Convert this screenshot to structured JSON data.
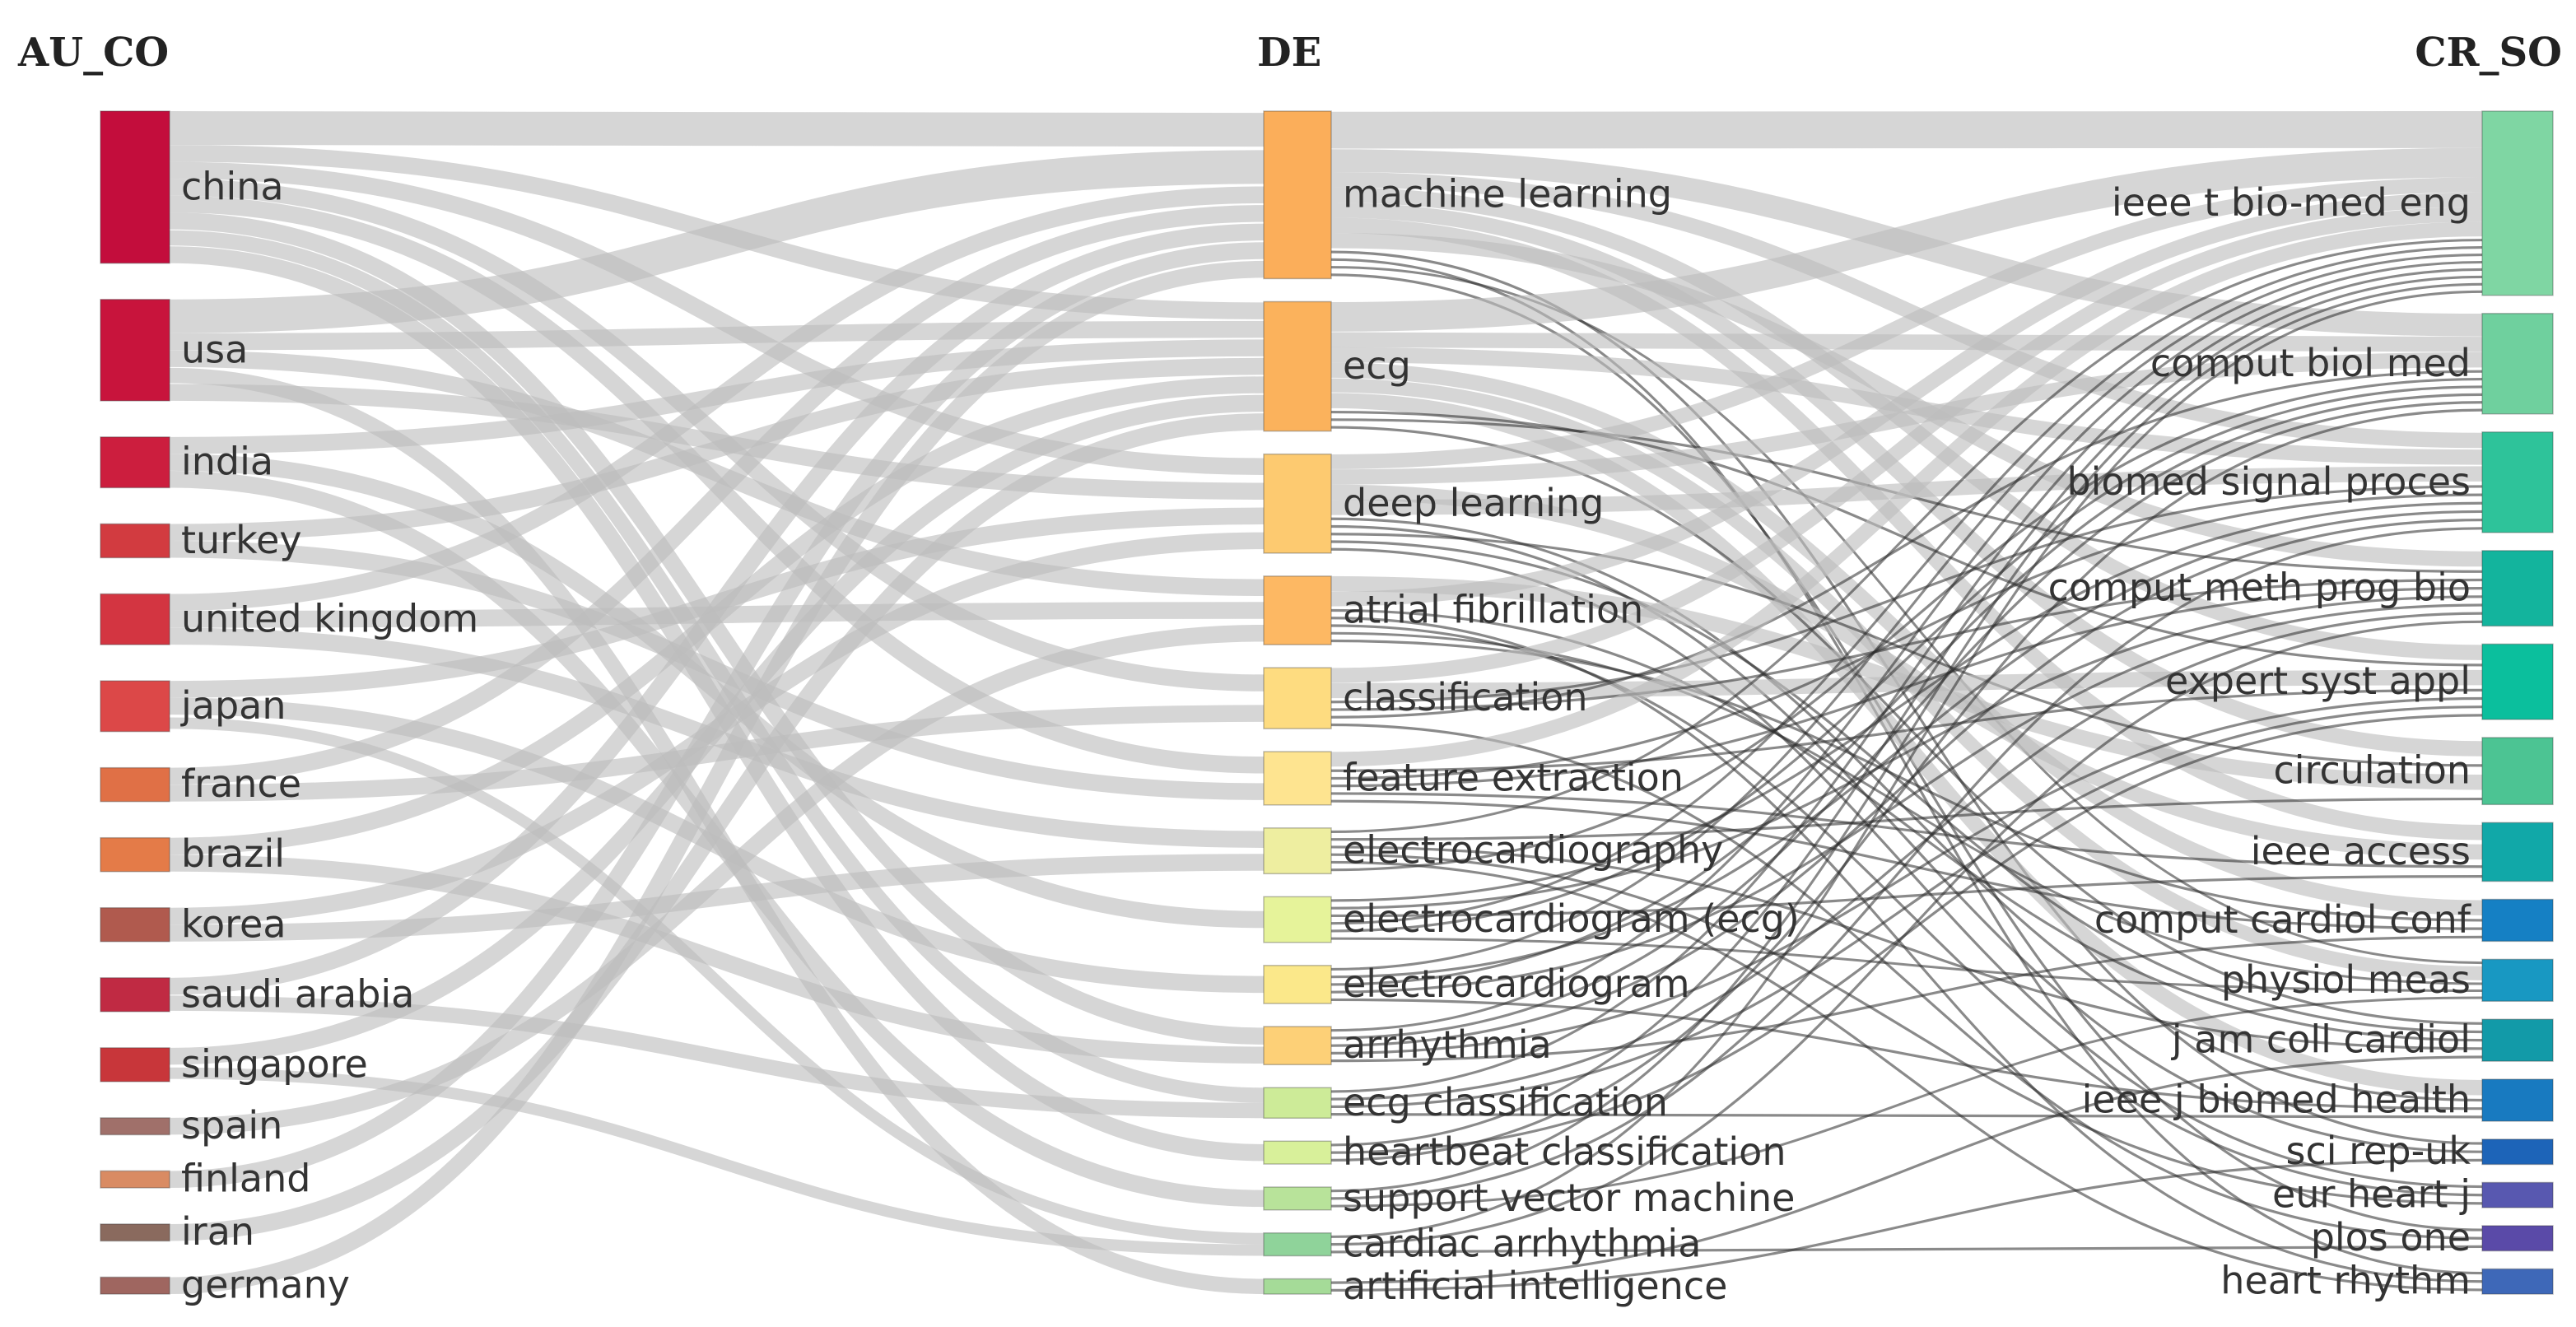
{
  "chart_data": {
    "type": "sankey",
    "columns": [
      {
        "key": "au_co",
        "title": "AU_CO",
        "nodes": [
          {
            "label": "china",
            "value": 9,
            "color": "#c30d3c"
          },
          {
            "label": "usa",
            "value": 6,
            "color": "#c8143c"
          },
          {
            "label": "india",
            "value": 3,
            "color": "#cc1e3e"
          },
          {
            "label": "turkey",
            "value": 2,
            "color": "#d23b40"
          },
          {
            "label": "united kingdom",
            "value": 3,
            "color": "#d33541"
          },
          {
            "label": "japan",
            "value": 3,
            "color": "#dc4848"
          },
          {
            "label": "france",
            "value": 2,
            "color": "#e07046"
          },
          {
            "label": "brazil",
            "value": 2,
            "color": "#e47b48"
          },
          {
            "label": "korea",
            "value": 2,
            "color": "#b05a4e"
          },
          {
            "label": "saudi arabia",
            "value": 2,
            "color": "#c02a43"
          },
          {
            "label": "singapore",
            "value": 2,
            "color": "#c8363a"
          },
          {
            "label": "spain",
            "value": 1,
            "color": "#a0706a"
          },
          {
            "label": "finland",
            "value": 1,
            "color": "#d98b63"
          },
          {
            "label": "iran",
            "value": 1,
            "color": "#8a6a5e"
          },
          {
            "label": "germany",
            "value": 1,
            "color": "#9f6660"
          }
        ]
      },
      {
        "key": "de",
        "title": "DE",
        "nodes": [
          {
            "label": "machine learning",
            "value": 22,
            "color": "#fbae5a"
          },
          {
            "label": "ecg",
            "value": 17,
            "color": "#fbb25c"
          },
          {
            "label": "deep learning",
            "value": 13,
            "color": "#fdca70"
          },
          {
            "label": "atrial fibrillation",
            "value": 9,
            "color": "#fdb863"
          },
          {
            "label": "classification",
            "value": 8,
            "color": "#fedc80"
          },
          {
            "label": "feature extraction",
            "value": 7,
            "color": "#fee490"
          },
          {
            "label": "electrocardiography",
            "value": 6,
            "color": "#eeeea0"
          },
          {
            "label": "electrocardiogram (ecg)",
            "value": 6,
            "color": "#e6f39a"
          },
          {
            "label": "electrocardiogram",
            "value": 5,
            "color": "#fbe88a"
          },
          {
            "label": "arrhythmia",
            "value": 5,
            "color": "#fdd077"
          },
          {
            "label": "ecg classification",
            "value": 4,
            "color": "#cdeb98"
          },
          {
            "label": "heartbeat classification",
            "value": 3,
            "color": "#d8f09a"
          },
          {
            "label": "support vector machine",
            "value": 3,
            "color": "#b8e39a"
          },
          {
            "label": "cardiac arrhythmia",
            "value": 3,
            "color": "#8fd39a"
          },
          {
            "label": "artificial intelligence",
            "value": 2,
            "color": "#a5db98"
          }
        ]
      },
      {
        "key": "cr_so",
        "title": "CR_SO",
        "nodes": [
          {
            "label": "ieee t bio-med eng",
            "value": 22,
            "color": "#7fd6a3"
          },
          {
            "label": "comput biol med",
            "value": 12,
            "color": "#6fd09e"
          },
          {
            "label": "biomed signal proces",
            "value": 12,
            "color": "#2ec39a"
          },
          {
            "label": "comput meth prog bio",
            "value": 9,
            "color": "#13b49d"
          },
          {
            "label": "expert syst appl",
            "value": 9,
            "color": "#0bbf9d"
          },
          {
            "label": "circulation",
            "value": 8,
            "color": "#4cc493"
          },
          {
            "label": "ieee access",
            "value": 7,
            "color": "#11a8a8"
          },
          {
            "label": "comput cardiol conf",
            "value": 5,
            "color": "#1580c4"
          },
          {
            "label": "physiol meas",
            "value": 5,
            "color": "#1898c2"
          },
          {
            "label": "j am coll cardiol",
            "value": 5,
            "color": "#129aa8"
          },
          {
            "label": "ieee j biomed health",
            "value": 5,
            "color": "#187ac0"
          },
          {
            "label": "sci rep-uk",
            "value": 3,
            "color": "#1d64b8"
          },
          {
            "label": "eur heart j",
            "value": 3,
            "color": "#5858b0"
          },
          {
            "label": "plos one",
            "value": 3,
            "color": "#5a4aa8"
          },
          {
            "label": "heart rhythm",
            "value": 3,
            "color": "#3e68b8"
          }
        ]
      }
    ],
    "links": [
      {
        "from": "china",
        "to": "machine learning",
        "value": 2
      },
      {
        "from": "china",
        "to": "ecg",
        "value": 1
      },
      {
        "from": "china",
        "to": "deep learning",
        "value": 1
      },
      {
        "from": "china",
        "to": "classification",
        "value": 1
      },
      {
        "from": "china",
        "to": "feature extraction",
        "value": 1
      },
      {
        "from": "china",
        "to": "arrhythmia",
        "value": 1
      },
      {
        "from": "china",
        "to": "ecg classification",
        "value": 1
      },
      {
        "from": "china",
        "to": "heartbeat classification",
        "value": 1
      },
      {
        "from": "usa",
        "to": "machine learning",
        "value": 2
      },
      {
        "from": "usa",
        "to": "ecg",
        "value": 1
      },
      {
        "from": "usa",
        "to": "atrial fibrillation",
        "value": 1
      },
      {
        "from": "usa",
        "to": "artificial intelligence",
        "value": 1
      },
      {
        "from": "usa",
        "to": "deep learning",
        "value": 1
      },
      {
        "from": "india",
        "to": "ecg",
        "value": 1
      },
      {
        "from": "india",
        "to": "electrocardiogram (ecg)",
        "value": 1
      },
      {
        "from": "india",
        "to": "support vector machine",
        "value": 1
      },
      {
        "from": "turkey",
        "to": "ecg",
        "value": 1
      },
      {
        "from": "turkey",
        "to": "feature extraction",
        "value": 1
      },
      {
        "from": "united kingdom",
        "to": "machine learning",
        "value": 1
      },
      {
        "from": "united kingdom",
        "to": "atrial fibrillation",
        "value": 1
      },
      {
        "from": "united kingdom",
        "to": "electrocardiography",
        "value": 1
      },
      {
        "from": "japan",
        "to": "deep learning",
        "value": 1
      },
      {
        "from": "japan",
        "to": "electrocardiogram",
        "value": 1
      },
      {
        "from": "japan",
        "to": "cardiac arrhythmia",
        "value": 1
      },
      {
        "from": "france",
        "to": "machine learning",
        "value": 1
      },
      {
        "from": "france",
        "to": "classification",
        "value": 1
      },
      {
        "from": "brazil",
        "to": "ecg",
        "value": 1
      },
      {
        "from": "brazil",
        "to": "arrhythmia",
        "value": 1
      },
      {
        "from": "korea",
        "to": "deep learning",
        "value": 1
      },
      {
        "from": "korea",
        "to": "electrocardiography",
        "value": 1
      },
      {
        "from": "saudi arabia",
        "to": "machine learning",
        "value": 1
      },
      {
        "from": "saudi arabia",
        "to": "ecg classification",
        "value": 1
      },
      {
        "from": "singapore",
        "to": "ecg",
        "value": 1
      },
      {
        "from": "singapore",
        "to": "cardiac arrhythmia",
        "value": 1
      },
      {
        "from": "spain",
        "to": "atrial fibrillation",
        "value": 1
      },
      {
        "from": "finland",
        "to": "machine learning",
        "value": 1
      },
      {
        "from": "iran",
        "to": "ecg",
        "value": 1
      },
      {
        "from": "germany",
        "to": "machine learning",
        "value": 1
      },
      {
        "from": "machine learning",
        "to": "ieee t bio-med eng",
        "value": 5
      },
      {
        "from": "machine learning",
        "to": "comput biol med",
        "value": 3
      },
      {
        "from": "machine learning",
        "to": "biomed signal proces",
        "value": 2
      },
      {
        "from": "machine learning",
        "to": "expert syst appl",
        "value": 2
      },
      {
        "from": "machine learning",
        "to": "circulation",
        "value": 2
      },
      {
        "from": "machine learning",
        "to": "ieee access",
        "value": 2
      },
      {
        "from": "machine learning",
        "to": "comput meth prog bio",
        "value": 2
      },
      {
        "from": "machine learning",
        "to": "sci rep-uk",
        "value": 1
      },
      {
        "from": "machine learning",
        "to": "heart rhythm",
        "value": 1
      },
      {
        "from": "machine learning",
        "to": "physiol meas",
        "value": 1
      },
      {
        "from": "machine learning",
        "to": "plos one",
        "value": 1
      },
      {
        "from": "ecg",
        "to": "ieee t bio-med eng",
        "value": 4
      },
      {
        "from": "ecg",
        "to": "comput biol med",
        "value": 2
      },
      {
        "from": "ecg",
        "to": "biomed signal proces",
        "value": 2
      },
      {
        "from": "ecg",
        "to": "comput cardiol conf",
        "value": 2
      },
      {
        "from": "ecg",
        "to": "physiol meas",
        "value": 2
      },
      {
        "from": "ecg",
        "to": "ieee j biomed health",
        "value": 2
      },
      {
        "from": "ecg",
        "to": "expert syst appl",
        "value": 1
      },
      {
        "from": "ecg",
        "to": "comput meth prog bio",
        "value": 1
      },
      {
        "from": "ecg",
        "to": "j am coll cardiol",
        "value": 1
      },
      {
        "from": "deep learning",
        "to": "ieee t bio-med eng",
        "value": 2
      },
      {
        "from": "deep learning",
        "to": "comput biol med",
        "value": 2
      },
      {
        "from": "deep learning",
        "to": "ieee access",
        "value": 2
      },
      {
        "from": "deep learning",
        "to": "biomed signal proces",
        "value": 2
      },
      {
        "from": "deep learning",
        "to": "ieee j biomed health",
        "value": 1
      },
      {
        "from": "deep learning",
        "to": "sci rep-uk",
        "value": 1
      },
      {
        "from": "deep learning",
        "to": "circulation",
        "value": 1
      },
      {
        "from": "deep learning",
        "to": "j am coll cardiol",
        "value": 1
      },
      {
        "from": "deep learning",
        "to": "eur heart j",
        "value": 1
      },
      {
        "from": "atrial fibrillation",
        "to": "circulation",
        "value": 2
      },
      {
        "from": "atrial fibrillation",
        "to": "ieee t bio-med eng",
        "value": 2
      },
      {
        "from": "atrial fibrillation",
        "to": "j am coll cardiol",
        "value": 1
      },
      {
        "from": "atrial fibrillation",
        "to": "heart rhythm",
        "value": 1
      },
      {
        "from": "atrial fibrillation",
        "to": "eur heart j",
        "value": 1
      },
      {
        "from": "atrial fibrillation",
        "to": "physiol meas",
        "value": 1
      },
      {
        "from": "atrial fibrillation",
        "to": "comput cardiol conf",
        "value": 1
      },
      {
        "from": "classification",
        "to": "ieee t bio-med eng",
        "value": 2
      },
      {
        "from": "classification",
        "to": "expert syst appl",
        "value": 2
      },
      {
        "from": "classification",
        "to": "biomed signal proces",
        "value": 1
      },
      {
        "from": "classification",
        "to": "comput meth prog bio",
        "value": 1
      },
      {
        "from": "classification",
        "to": "comput biol med",
        "value": 1
      },
      {
        "from": "classification",
        "to": "plos one",
        "value": 1
      },
      {
        "from": "feature extraction",
        "to": "ieee t bio-med eng",
        "value": 2
      },
      {
        "from": "feature extraction",
        "to": "expert syst appl",
        "value": 1
      },
      {
        "from": "feature extraction",
        "to": "biomed signal proces",
        "value": 1
      },
      {
        "from": "feature extraction",
        "to": "comput meth prog bio",
        "value": 1
      },
      {
        "from": "feature extraction",
        "to": "ieee access",
        "value": 1
      },
      {
        "from": "feature extraction",
        "to": "comput cardiol conf",
        "value": 1
      },
      {
        "from": "electrocardiography",
        "to": "ieee t bio-med eng",
        "value": 1
      },
      {
        "from": "electrocardiography",
        "to": "circulation",
        "value": 1
      },
      {
        "from": "electrocardiography",
        "to": "j am coll cardiol",
        "value": 1
      },
      {
        "from": "electrocardiography",
        "to": "eur heart j",
        "value": 1
      },
      {
        "from": "electrocardiography",
        "to": "heart rhythm",
        "value": 1
      },
      {
        "from": "electrocardiography",
        "to": "comput biol med",
        "value": 1
      },
      {
        "from": "electrocardiogram (ecg)",
        "to": "biomed signal proces",
        "value": 1
      },
      {
        "from": "electrocardiogram (ecg)",
        "to": "comput meth prog bio",
        "value": 1
      },
      {
        "from": "electrocardiogram (ecg)",
        "to": "ieee access",
        "value": 1
      },
      {
        "from": "electrocardiogram (ecg)",
        "to": "ieee t bio-med eng",
        "value": 1
      },
      {
        "from": "electrocardiogram (ecg)",
        "to": "comput biol med",
        "value": 1
      },
      {
        "from": "electrocardiogram (ecg)",
        "to": "physiol meas",
        "value": 1
      },
      {
        "from": "electrocardiogram",
        "to": "ieee t bio-med eng",
        "value": 1
      },
      {
        "from": "electrocardiogram",
        "to": "biomed signal proces",
        "value": 1
      },
      {
        "from": "electrocardiogram",
        "to": "comput biol med",
        "value": 1
      },
      {
        "from": "electrocardiogram",
        "to": "comput meth prog bio",
        "value": 1
      },
      {
        "from": "electrocardiogram",
        "to": "ieee j biomed health",
        "value": 1
      },
      {
        "from": "arrhythmia",
        "to": "ieee t bio-med eng",
        "value": 1
      },
      {
        "from": "arrhythmia",
        "to": "comput biol med",
        "value": 1
      },
      {
        "from": "arrhythmia",
        "to": "biomed signal proces",
        "value": 1
      },
      {
        "from": "arrhythmia",
        "to": "expert syst appl",
        "value": 1
      },
      {
        "from": "arrhythmia",
        "to": "comput cardiol conf",
        "value": 1
      },
      {
        "from": "ecg classification",
        "to": "ieee t bio-med eng",
        "value": 1
      },
      {
        "from": "ecg classification",
        "to": "comput meth prog bio",
        "value": 1
      },
      {
        "from": "ecg classification",
        "to": "expert syst appl",
        "value": 1
      },
      {
        "from": "ecg classification",
        "to": "ieee j biomed health",
        "value": 1
      },
      {
        "from": "heartbeat classification",
        "to": "ieee t bio-med eng",
        "value": 1
      },
      {
        "from": "heartbeat classification",
        "to": "expert syst appl",
        "value": 1
      },
      {
        "from": "heartbeat classification",
        "to": "comput biol med",
        "value": 1
      },
      {
        "from": "support vector machine",
        "to": "ieee t bio-med eng",
        "value": 1
      },
      {
        "from": "support vector machine",
        "to": "biomed signal proces",
        "value": 1
      },
      {
        "from": "support vector machine",
        "to": "physiol meas",
        "value": 1
      },
      {
        "from": "cardiac arrhythmia",
        "to": "ieee t bio-med eng",
        "value": 1
      },
      {
        "from": "cardiac arrhythmia",
        "to": "comput meth prog bio",
        "value": 1
      },
      {
        "from": "cardiac arrhythmia",
        "to": "plos one",
        "value": 1
      },
      {
        "from": "artificial intelligence",
        "to": "j am coll cardiol",
        "value": 1
      },
      {
        "from": "artificial intelligence",
        "to": "sci rep-uk",
        "value": 1
      }
    ]
  }
}
